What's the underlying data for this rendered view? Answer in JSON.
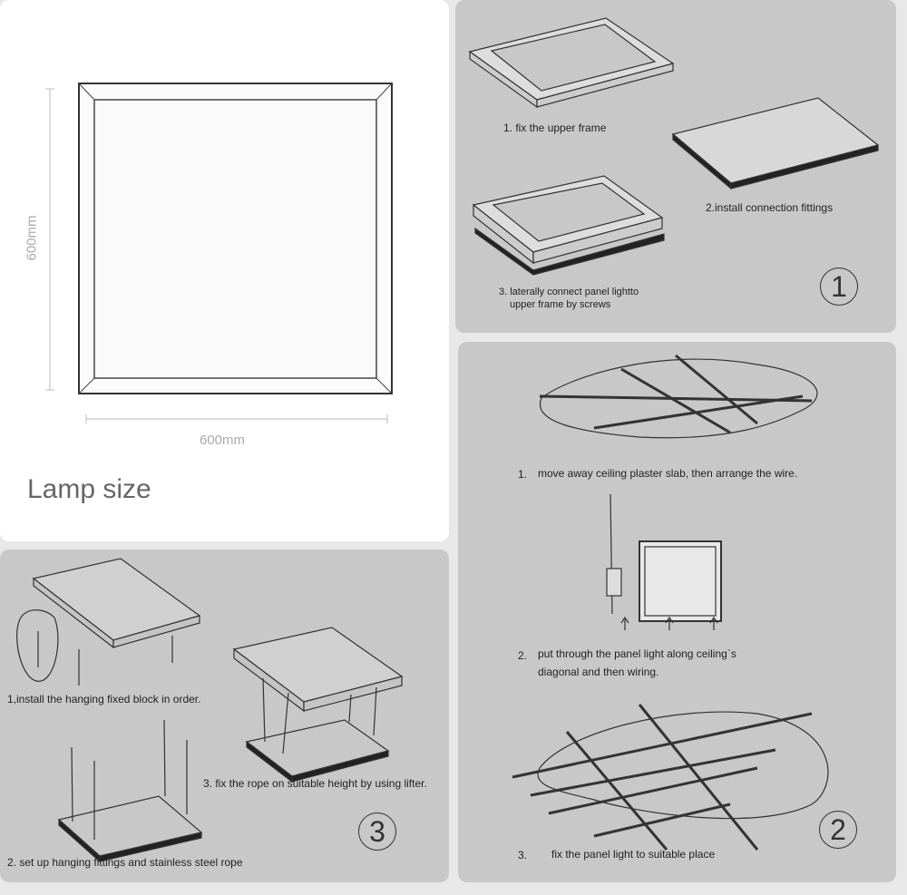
{
  "lamp_size": {
    "height_label": "600mm",
    "width_label": "600mm",
    "title": "Lamp size"
  },
  "section1": {
    "number": "1",
    "steps": [
      "1. fix the upper frame",
      "2.install connection fittings",
      "3. laterally connect panel lightto",
      "upper frame by screws"
    ]
  },
  "section2": {
    "number": "2",
    "steps": [
      "1.",
      "move away ceiling plaster slab, then arrange the wire.",
      "2.",
      "put through the panel light along ceiling`s",
      "diagonal and then wiring.",
      "3.",
      "fix the panel light to suitable place"
    ]
  },
  "section3": {
    "number": "3",
    "steps": [
      "1,install the hanging fixed block in order.",
      "2. set up hanging fittings and stainless steel rope",
      "3. fix the rope on suitable height by using lifter."
    ]
  },
  "colors": {
    "panel_gray": "#c8c8c8",
    "background": "#e8e8e8",
    "line": "#222222"
  }
}
